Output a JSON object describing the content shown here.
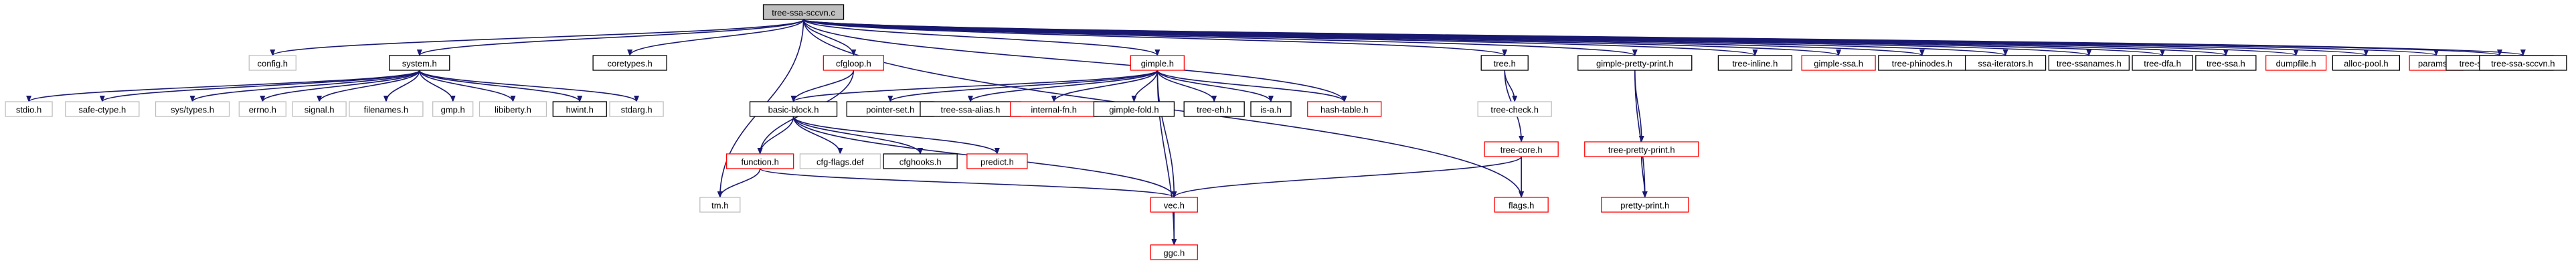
{
  "colors": {
    "edge": "#191970",
    "border_default": "#000000",
    "border_undocumented": "#bfbfbf",
    "border_truncated": "#ff0000",
    "fill_root": "#bfbfbf",
    "fill_default": "#ffffff"
  },
  "nodes": [
    {
      "id": "root",
      "label": "tree-ssa-sccvn.c",
      "style": "root"
    },
    {
      "id": "config",
      "label": "config.h",
      "style": "undoc"
    },
    {
      "id": "system",
      "label": "system.h",
      "style": "normal"
    },
    {
      "id": "coretypes",
      "label": "coretypes.h",
      "style": "normal"
    },
    {
      "id": "cfgloop",
      "label": "cfgloop.h",
      "style": "red"
    },
    {
      "id": "gimple",
      "label": "gimple.h",
      "style": "red"
    },
    {
      "id": "tree",
      "label": "tree.h",
      "style": "normal"
    },
    {
      "id": "gimpleprettyprint",
      "label": "gimple-pretty-print.h",
      "style": "normal"
    },
    {
      "id": "treeinline",
      "label": "tree-inline.h",
      "style": "normal"
    },
    {
      "id": "gimplessa",
      "label": "gimple-ssa.h",
      "style": "red"
    },
    {
      "id": "treephinodes",
      "label": "tree-phinodes.h",
      "style": "normal"
    },
    {
      "id": "ssaiterators",
      "label": "ssa-iterators.h",
      "style": "normal"
    },
    {
      "id": "treessanames",
      "label": "tree-ssanames.h",
      "style": "normal"
    },
    {
      "id": "treedfa",
      "label": "tree-dfa.h",
      "style": "normal"
    },
    {
      "id": "treessa",
      "label": "tree-ssa.h",
      "style": "normal"
    },
    {
      "id": "dumpfile",
      "label": "dumpfile.h",
      "style": "red"
    },
    {
      "id": "allocpool",
      "label": "alloc-pool.h",
      "style": "normal"
    },
    {
      "id": "params",
      "label": "params.h",
      "style": "red"
    },
    {
      "id": "treessapropagate",
      "label": "tree-ssa-propagate.h",
      "style": "normal"
    },
    {
      "id": "treessasccvn",
      "label": "tree-ssa-sccvn.h",
      "style": "normal"
    },
    {
      "id": "stdio",
      "label": "stdio.h",
      "style": "undoc"
    },
    {
      "id": "safectype",
      "label": "safe-ctype.h",
      "style": "undoc"
    },
    {
      "id": "systypes",
      "label": "sys/types.h",
      "style": "undoc"
    },
    {
      "id": "errno",
      "label": "errno.h",
      "style": "undoc"
    },
    {
      "id": "signal",
      "label": "signal.h",
      "style": "undoc"
    },
    {
      "id": "filenames",
      "label": "filenames.h",
      "style": "undoc"
    },
    {
      "id": "gmp",
      "label": "gmp.h",
      "style": "undoc"
    },
    {
      "id": "libiberty",
      "label": "libiberty.h",
      "style": "undoc"
    },
    {
      "id": "hwint",
      "label": "hwint.h",
      "style": "normal"
    },
    {
      "id": "stdarg",
      "label": "stdarg.h",
      "style": "undoc"
    },
    {
      "id": "basicblock",
      "label": "basic-block.h",
      "style": "normal"
    },
    {
      "id": "pointerset",
      "label": "pointer-set.h",
      "style": "normal"
    },
    {
      "id": "treessaalias",
      "label": "tree-ssa-alias.h",
      "style": "normal"
    },
    {
      "id": "internalfn",
      "label": "internal-fn.h",
      "style": "red"
    },
    {
      "id": "gimplefold",
      "label": "gimple-fold.h",
      "style": "normal"
    },
    {
      "id": "treeeh",
      "label": "tree-eh.h",
      "style": "normal"
    },
    {
      "id": "isa",
      "label": "is-a.h",
      "style": "normal"
    },
    {
      "id": "hashtable",
      "label": "hash-table.h",
      "style": "red"
    },
    {
      "id": "treecheck",
      "label": "tree-check.h",
      "style": "undoc"
    },
    {
      "id": "treecore",
      "label": "tree-core.h",
      "style": "red"
    },
    {
      "id": "treeprettyprint",
      "label": "tree-pretty-print.h",
      "style": "red"
    },
    {
      "id": "function",
      "label": "function.h",
      "style": "red"
    },
    {
      "id": "cfgflags",
      "label": "cfg-flags.def",
      "style": "undoc"
    },
    {
      "id": "cfghooks",
      "label": "cfghooks.h",
      "style": "normal"
    },
    {
      "id": "predict",
      "label": "predict.h",
      "style": "red"
    },
    {
      "id": "flags",
      "label": "flags.h",
      "style": "red"
    },
    {
      "id": "prettyprint",
      "label": "pretty-print.h",
      "style": "red"
    },
    {
      "id": "tm",
      "label": "tm.h",
      "style": "undoc"
    },
    {
      "id": "vec",
      "label": "vec.h",
      "style": "red"
    },
    {
      "id": "ggc",
      "label": "ggc.h",
      "style": "red"
    }
  ],
  "edges": [
    [
      "root",
      "config"
    ],
    [
      "root",
      "system"
    ],
    [
      "root",
      "coretypes"
    ],
    [
      "root",
      "cfgloop"
    ],
    [
      "root",
      "gimple"
    ],
    [
      "root",
      "tree"
    ],
    [
      "root",
      "gimpleprettyprint"
    ],
    [
      "root",
      "treeinline"
    ],
    [
      "root",
      "gimplessa"
    ],
    [
      "root",
      "treephinodes"
    ],
    [
      "root",
      "ssaiterators"
    ],
    [
      "root",
      "treessanames"
    ],
    [
      "root",
      "treedfa"
    ],
    [
      "root",
      "treessa"
    ],
    [
      "root",
      "dumpfile"
    ],
    [
      "root",
      "allocpool"
    ],
    [
      "root",
      "params"
    ],
    [
      "root",
      "treessapropagate"
    ],
    [
      "root",
      "treessasccvn"
    ],
    [
      "root",
      "tm"
    ],
    [
      "root",
      "flags"
    ],
    [
      "root",
      "hashtable"
    ],
    [
      "system",
      "stdio"
    ],
    [
      "system",
      "safectype"
    ],
    [
      "system",
      "systypes"
    ],
    [
      "system",
      "errno"
    ],
    [
      "system",
      "signal"
    ],
    [
      "system",
      "filenames"
    ],
    [
      "system",
      "gmp"
    ],
    [
      "system",
      "libiberty"
    ],
    [
      "system",
      "hwint"
    ],
    [
      "system",
      "stdarg"
    ],
    [
      "cfgloop",
      "basicblock"
    ],
    [
      "cfgloop",
      "function"
    ],
    [
      "gimple",
      "basicblock"
    ],
    [
      "gimple",
      "pointerset"
    ],
    [
      "gimple",
      "treessaalias"
    ],
    [
      "gimple",
      "internalfn"
    ],
    [
      "gimple",
      "gimplefold"
    ],
    [
      "gimple",
      "treeeh"
    ],
    [
      "gimple",
      "isa"
    ],
    [
      "gimple",
      "hashtable"
    ],
    [
      "gimple",
      "vec"
    ],
    [
      "gimple",
      "ggc"
    ],
    [
      "tree",
      "treecheck"
    ],
    [
      "tree",
      "treecore"
    ],
    [
      "gimpleprettyprint",
      "treeprettyprint"
    ],
    [
      "gimpleprettyprint",
      "prettyprint"
    ],
    [
      "treeprettyprint",
      "prettyprint"
    ],
    [
      "basicblock",
      "function"
    ],
    [
      "basicblock",
      "cfgflags"
    ],
    [
      "basicblock",
      "cfghooks"
    ],
    [
      "basicblock",
      "predict"
    ],
    [
      "basicblock",
      "vec"
    ],
    [
      "treecore",
      "flags"
    ],
    [
      "treecore",
      "vec"
    ],
    [
      "function",
      "tm"
    ],
    [
      "function",
      "vec"
    ],
    [
      "vec",
      "ggc"
    ]
  ]
}
